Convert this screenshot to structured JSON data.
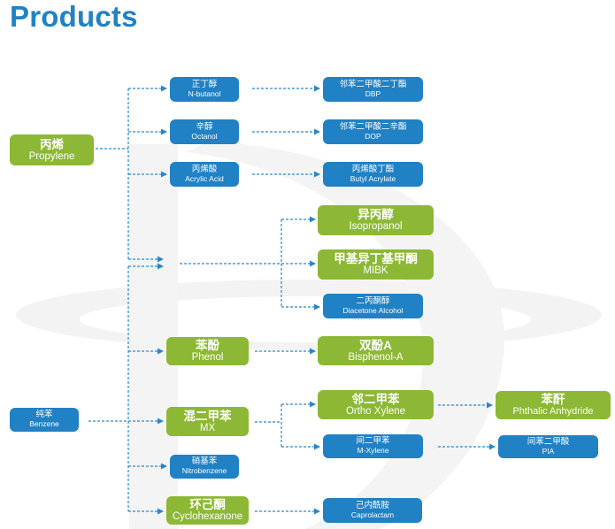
{
  "title": "Products",
  "colors": {
    "title": "#2182c5",
    "blue_node": "#2081c4",
    "green_node": "#8cb835",
    "connector": "#2a86c9",
    "watermark": "#f3f3f3"
  },
  "nodes": {
    "propylene": {
      "zh": "丙烯",
      "en": "Propylene",
      "style": "green"
    },
    "n_butanol": {
      "zh": "正丁醇",
      "en": "N-butanol",
      "style": "blue"
    },
    "octanol": {
      "zh": "辛醇",
      "en": "Octanol",
      "style": "blue"
    },
    "acrylic_acid": {
      "zh": "丙烯酸",
      "en": "Acrylic Acid",
      "style": "blue"
    },
    "dbp": {
      "zh": "邻苯二甲酸二丁酯",
      "en": "DBP",
      "style": "blue"
    },
    "dop": {
      "zh": "邻苯二甲酸二辛酯",
      "en": "DOP",
      "style": "blue"
    },
    "butyl_acrylate": {
      "zh": "丙烯酸丁酯",
      "en": "Butyl Acrylate",
      "style": "blue"
    },
    "isopropanol": {
      "zh": "异丙醇",
      "en": "Isopropanol",
      "style": "green"
    },
    "mibk": {
      "zh": "甲基异丁基甲酮",
      "en": "MIBK",
      "style": "green"
    },
    "diacetone_alcohol": {
      "zh": "二丙酮醇",
      "en": "Diacetone Alcohol",
      "style": "blue"
    },
    "phenol": {
      "zh": "苯酚",
      "en": "Phenol",
      "style": "green"
    },
    "bisphenol_a": {
      "zh": "双酚A",
      "en": "Bisphenol-A",
      "style": "green"
    },
    "benzene": {
      "zh": "纯苯",
      "en": "Benzene",
      "style": "blue"
    },
    "mx": {
      "zh": "混二甲苯",
      "en": "MX",
      "style": "green"
    },
    "ortho_xylene": {
      "zh": "邻二甲苯",
      "en": "Ortho Xylene",
      "style": "green"
    },
    "phthalic_anhydride": {
      "zh": "苯酐",
      "en": "Phthalic Anhydride",
      "style": "green"
    },
    "m_xylene": {
      "zh": "间二甲苯",
      "en": "M-Xylene",
      "style": "blue"
    },
    "pia": {
      "zh": "间苯二甲酸",
      "en": "PIA",
      "style": "blue"
    },
    "nitrobenzene": {
      "zh": "硝基苯",
      "en": "Nitrobenzene",
      "style": "blue"
    },
    "cyclohexanone": {
      "zh": "环己酮",
      "en": "Cyclohexanone",
      "style": "green"
    },
    "caprolactam": {
      "zh": "己内酰胺",
      "en": "Caprolactam",
      "style": "blue"
    }
  },
  "edges": [
    [
      "propylene",
      "n_butanol"
    ],
    [
      "propylene",
      "octanol"
    ],
    [
      "propylene",
      "acrylic_acid"
    ],
    [
      "propylene",
      "isopropanol"
    ],
    [
      "propylene",
      "mibk"
    ],
    [
      "propylene",
      "diacetone_alcohol"
    ],
    [
      "n_butanol",
      "dbp"
    ],
    [
      "octanol",
      "dop"
    ],
    [
      "acrylic_acid",
      "butyl_acrylate"
    ],
    [
      "benzene",
      "isopropanol"
    ],
    [
      "benzene",
      "mibk"
    ],
    [
      "benzene",
      "diacetone_alcohol"
    ],
    [
      "benzene",
      "phenol"
    ],
    [
      "benzene",
      "mx"
    ],
    [
      "benzene",
      "nitrobenzene"
    ],
    [
      "benzene",
      "cyclohexanone"
    ],
    [
      "phenol",
      "bisphenol_a"
    ],
    [
      "mx",
      "ortho_xylene"
    ],
    [
      "mx",
      "m_xylene"
    ],
    [
      "ortho_xylene",
      "phthalic_anhydride"
    ],
    [
      "m_xylene",
      "pia"
    ],
    [
      "cyclohexanone",
      "caprolactam"
    ]
  ]
}
